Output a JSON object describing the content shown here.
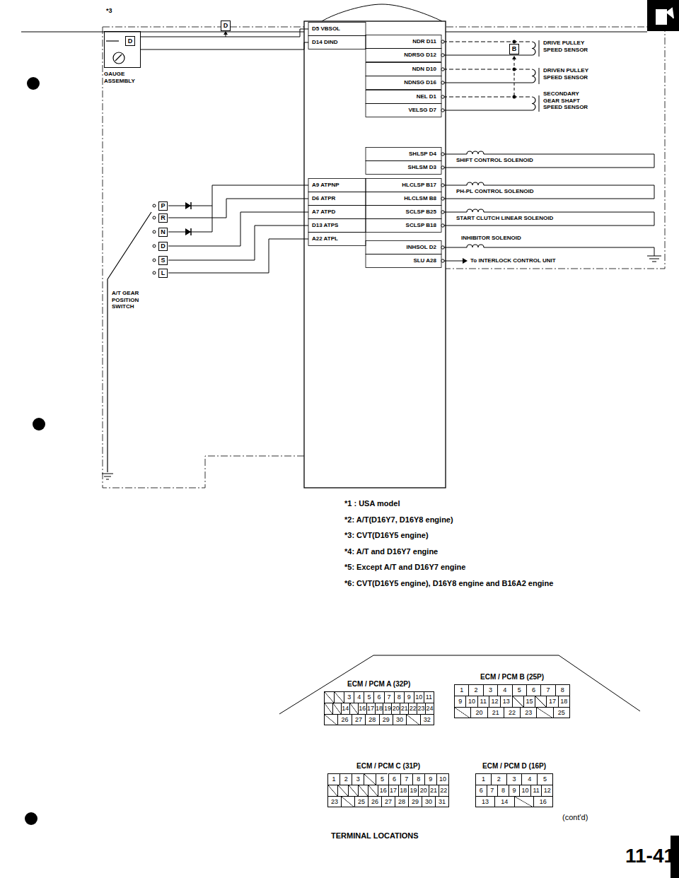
{
  "diagram": {
    "nodes": [
      {
        "text": [
          "GAUGE ASSEMBLY"
        ]
      },
      {
        "text": [
          "D"
        ],
        "in": 0
      },
      {
        "text": [
          "D"
        ]
      },
      {
        "text": [
          "B"
        ]
      },
      {
        "text": [
          "P"
        ]
      },
      {
        "text": [
          "R"
        ]
      },
      {
        "text": [
          "N"
        ]
      },
      {
        "text": [
          "D"
        ]
      },
      {
        "text": [
          "S"
        ]
      },
      {
        "text": [
          "L"
        ]
      },
      {
        "text": [
          "ECM / PCM A (32P)"
        ]
      },
      {
        "text": [
          "ECM / PCM B (25P)"
        ]
      },
      {
        "text": [
          "ECM / PCM C (31P)"
        ]
      },
      {
        "text": [
          "ECM / PCM D (16P)"
        ]
      }
    ],
    "labels": [
      "*3",
      "D5 VBSOL",
      "D14 DIND",
      "NDR D11",
      "NDRSG D12",
      "NDN D10",
      "NDNSG D16",
      "NEL D1",
      "VELSG D7",
      "SHLSP D4",
      "SHLSM D3",
      "A9 ATPNP",
      "HLCLSP B17",
      "D6 ATPR",
      "HLCLSM B8",
      "A7 ATPD",
      "SCLSP B25",
      "D13 ATPS",
      "SCLSP B18",
      "A22 ATPL",
      "INHSOL D2",
      "SLU A28",
      "DRIVE PULLEY SPEED SENSOR",
      "DRIVEN PULLEY SPEED SENSOR",
      "SECONDARY GEAR SHAFT SPEED SENSOR",
      "SHIFT CONTROL SOLENOID",
      "PH-PL CONTROL SOLENOID",
      "START CLUTCH LINEAR SOLENOID",
      "INHIBITOR SOLENOID",
      "To INTERLOCK CONTROL UNIT",
      "A/T GEAR POSITION SWITCH",
      "*1 : USA model",
      "*2: A/T(D16Y7, D16Y8 engine)",
      "*3: CVT(D16Y5 engine)",
      "*4: A/T and D16Y7 engine",
      "*5: Except A/T and D16Y7 engine",
      "*6: CVT(D16Y5 engine), D16Y8 engine and B16A2 engine",
      "(cont'd)",
      "TERMINAL LOCATIONS",
      "11-41",
      "3",
      "4",
      "5",
      "6",
      "7",
      "8",
      "9",
      "10",
      "11",
      "14",
      "16",
      "17",
      "18",
      "19",
      "20",
      "21",
      "22",
      "23",
      "24",
      "26",
      "27",
      "28",
      "29",
      "30",
      "32",
      "1",
      "2",
      "3",
      "4",
      "5",
      "6",
      "7",
      "8",
      "9",
      "10",
      "11",
      "12",
      "13",
      "15",
      "17",
      "18",
      "20",
      "21",
      "22",
      "23",
      "25",
      "1",
      "2",
      "3",
      "5",
      "6",
      "7",
      "8",
      "9",
      "10",
      "16",
      "17",
      "18",
      "19",
      "20",
      "21",
      "22",
      "23",
      "25",
      "26",
      "27",
      "28",
      "29",
      "30",
      "31",
      "1",
      "2",
      "3",
      "4",
      "5",
      "6",
      "7",
      "8",
      "9",
      "10",
      "11",
      "12",
      "13",
      "14",
      "16"
    ]
  }
}
